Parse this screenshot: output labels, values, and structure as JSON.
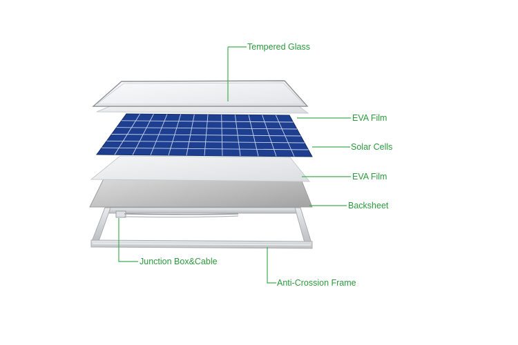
{
  "colors": {
    "label": "#2a9a3c",
    "leader": "#3fae4f",
    "cell": "#1e3f8f",
    "cell_line": "#c9d6ee",
    "frame": "#c8cbcf",
    "backsheet": "#b4b4b4"
  },
  "labels": {
    "tempered_glass": "Tempered Glass",
    "eva_film_top": "EVA Film",
    "solar_cells": "Solar Cells",
    "eva_film_bottom": "EVA Film",
    "backsheet": "Backsheet",
    "junction_box": "Junction Box&Cable",
    "frame": "Anti-Crossion Frame"
  }
}
